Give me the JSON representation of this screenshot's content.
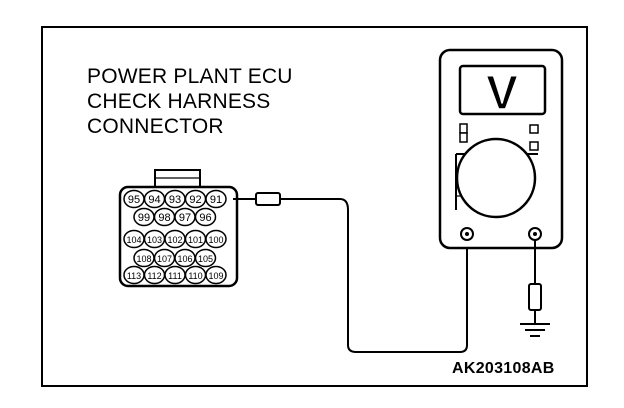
{
  "title_lines": [
    "POWER PLANT ECU",
    "CHECK HARNESS",
    "CONNECTOR"
  ],
  "reference_code": "AK203108AB",
  "connector": {
    "rows": [
      [
        "95",
        "94",
        "93",
        "92",
        "91"
      ],
      [
        "99",
        "98",
        "97",
        "96"
      ],
      [
        "104",
        "103",
        "102",
        "101",
        "100"
      ],
      [
        "108",
        "107",
        "106",
        "105"
      ],
      [
        "113",
        "112",
        "111",
        "110",
        "109"
      ]
    ]
  },
  "meter": {
    "unit_symbol": "V"
  }
}
